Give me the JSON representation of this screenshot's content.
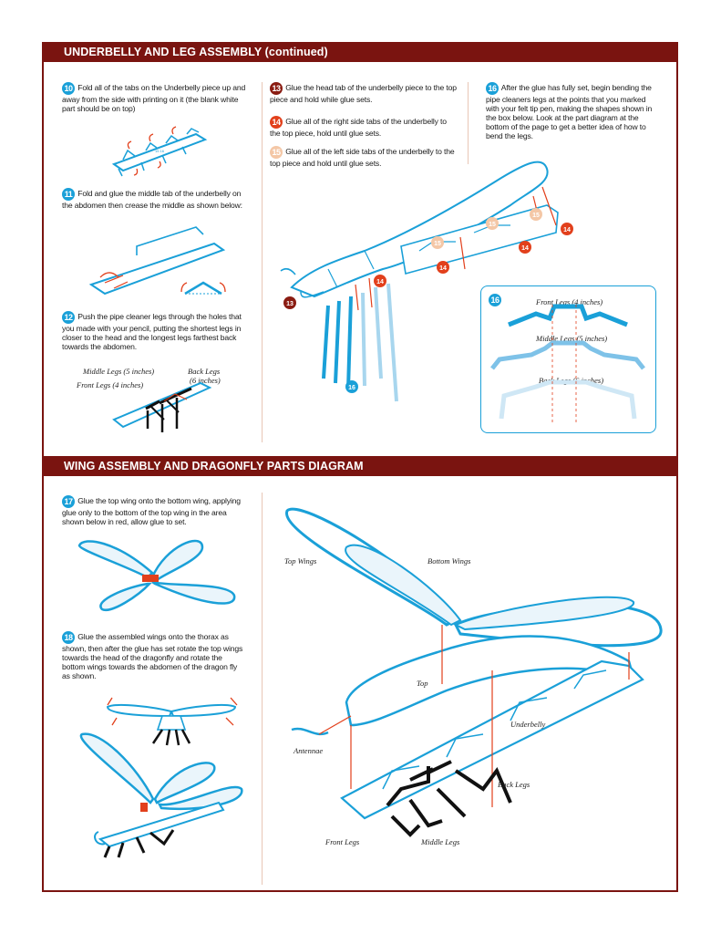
{
  "sections": {
    "leg_assembly_title": "UNDERBELLY AND LEG ASSEMBLY (continued)",
    "wing_assembly_title": "WING ASSEMBLY AND DRAGONFLY PARTS DIAGRAM"
  },
  "steps": {
    "s10": {
      "num": "10",
      "text": "Fold all of the tabs on the Underbelly piece up and away from the side with printing on it (the blank white part should be on top)"
    },
    "s11": {
      "num": "11",
      "text": "Fold and glue the middle tab of the underbelly on the abdomen then crease the middle as shown below:"
    },
    "s12": {
      "num": "12",
      "text": "Push the pipe cleaner legs through the holes that you made with your pencil, putting the shortest legs in closer to the head and the longest legs farthest back towards the abdomen."
    },
    "s13": {
      "num": "13",
      "text": "Glue the head tab of the underbelly piece to the top piece and hold while glue sets."
    },
    "s14": {
      "num": "14",
      "text": "Glue all of the right side tabs of the underbelly to the top piece, hold until glue sets."
    },
    "s15": {
      "num": "15",
      "text": "Glue all of the left side tabs of the underbelly to the top piece and hold until glue sets."
    },
    "s16": {
      "num": "16",
      "text": "After the glue has fully set, begin bending the pipe cleaners legs at the points that you marked with your felt tip pen, making the shapes shown in the box below. Look at the part diagram at the bottom of the page to get a better idea of how to bend the legs."
    },
    "s17": {
      "num": "17",
      "text": "Glue the top wing onto the bottom wing, applying glue only to the bottom of the top wing in the area shown below in red, allow glue to set."
    },
    "s18": {
      "num": "18",
      "text": "Glue the assembled wings onto the thorax as shown, then after the glue has set rotate the top wings towards the head of the dragonfly and rotate the bottom wings towards the abdomen of the dragon fly as shown."
    }
  },
  "callouts": {
    "c13": "13",
    "c14": "14",
    "c15": "15",
    "c16": "16"
  },
  "leg_labels": {
    "middle": "Middle Legs (5 inches)",
    "back": "Back Legs (6 inches)",
    "back_l1": "Back Legs",
    "back_l2": "(6 inches)",
    "front": "Front Legs (4 inches)"
  },
  "parts_diagram": {
    "top_wings": "Top Wings",
    "bottom_wings": "Bottom Wings",
    "top": "Top",
    "underbelly": "Underbelly",
    "antennae": "Antennae",
    "back_legs": "Back Legs",
    "front_legs": "Front Legs",
    "middle_legs": "Middle Legs"
  },
  "colors": {
    "section_bar": "#7a1410",
    "outline_blue": "#1aa0d8",
    "light_blue": "#a8d6ee",
    "step_red": "#e2401c",
    "step_dark": "#8a1c12",
    "step_peach": "#f4c7a6"
  }
}
